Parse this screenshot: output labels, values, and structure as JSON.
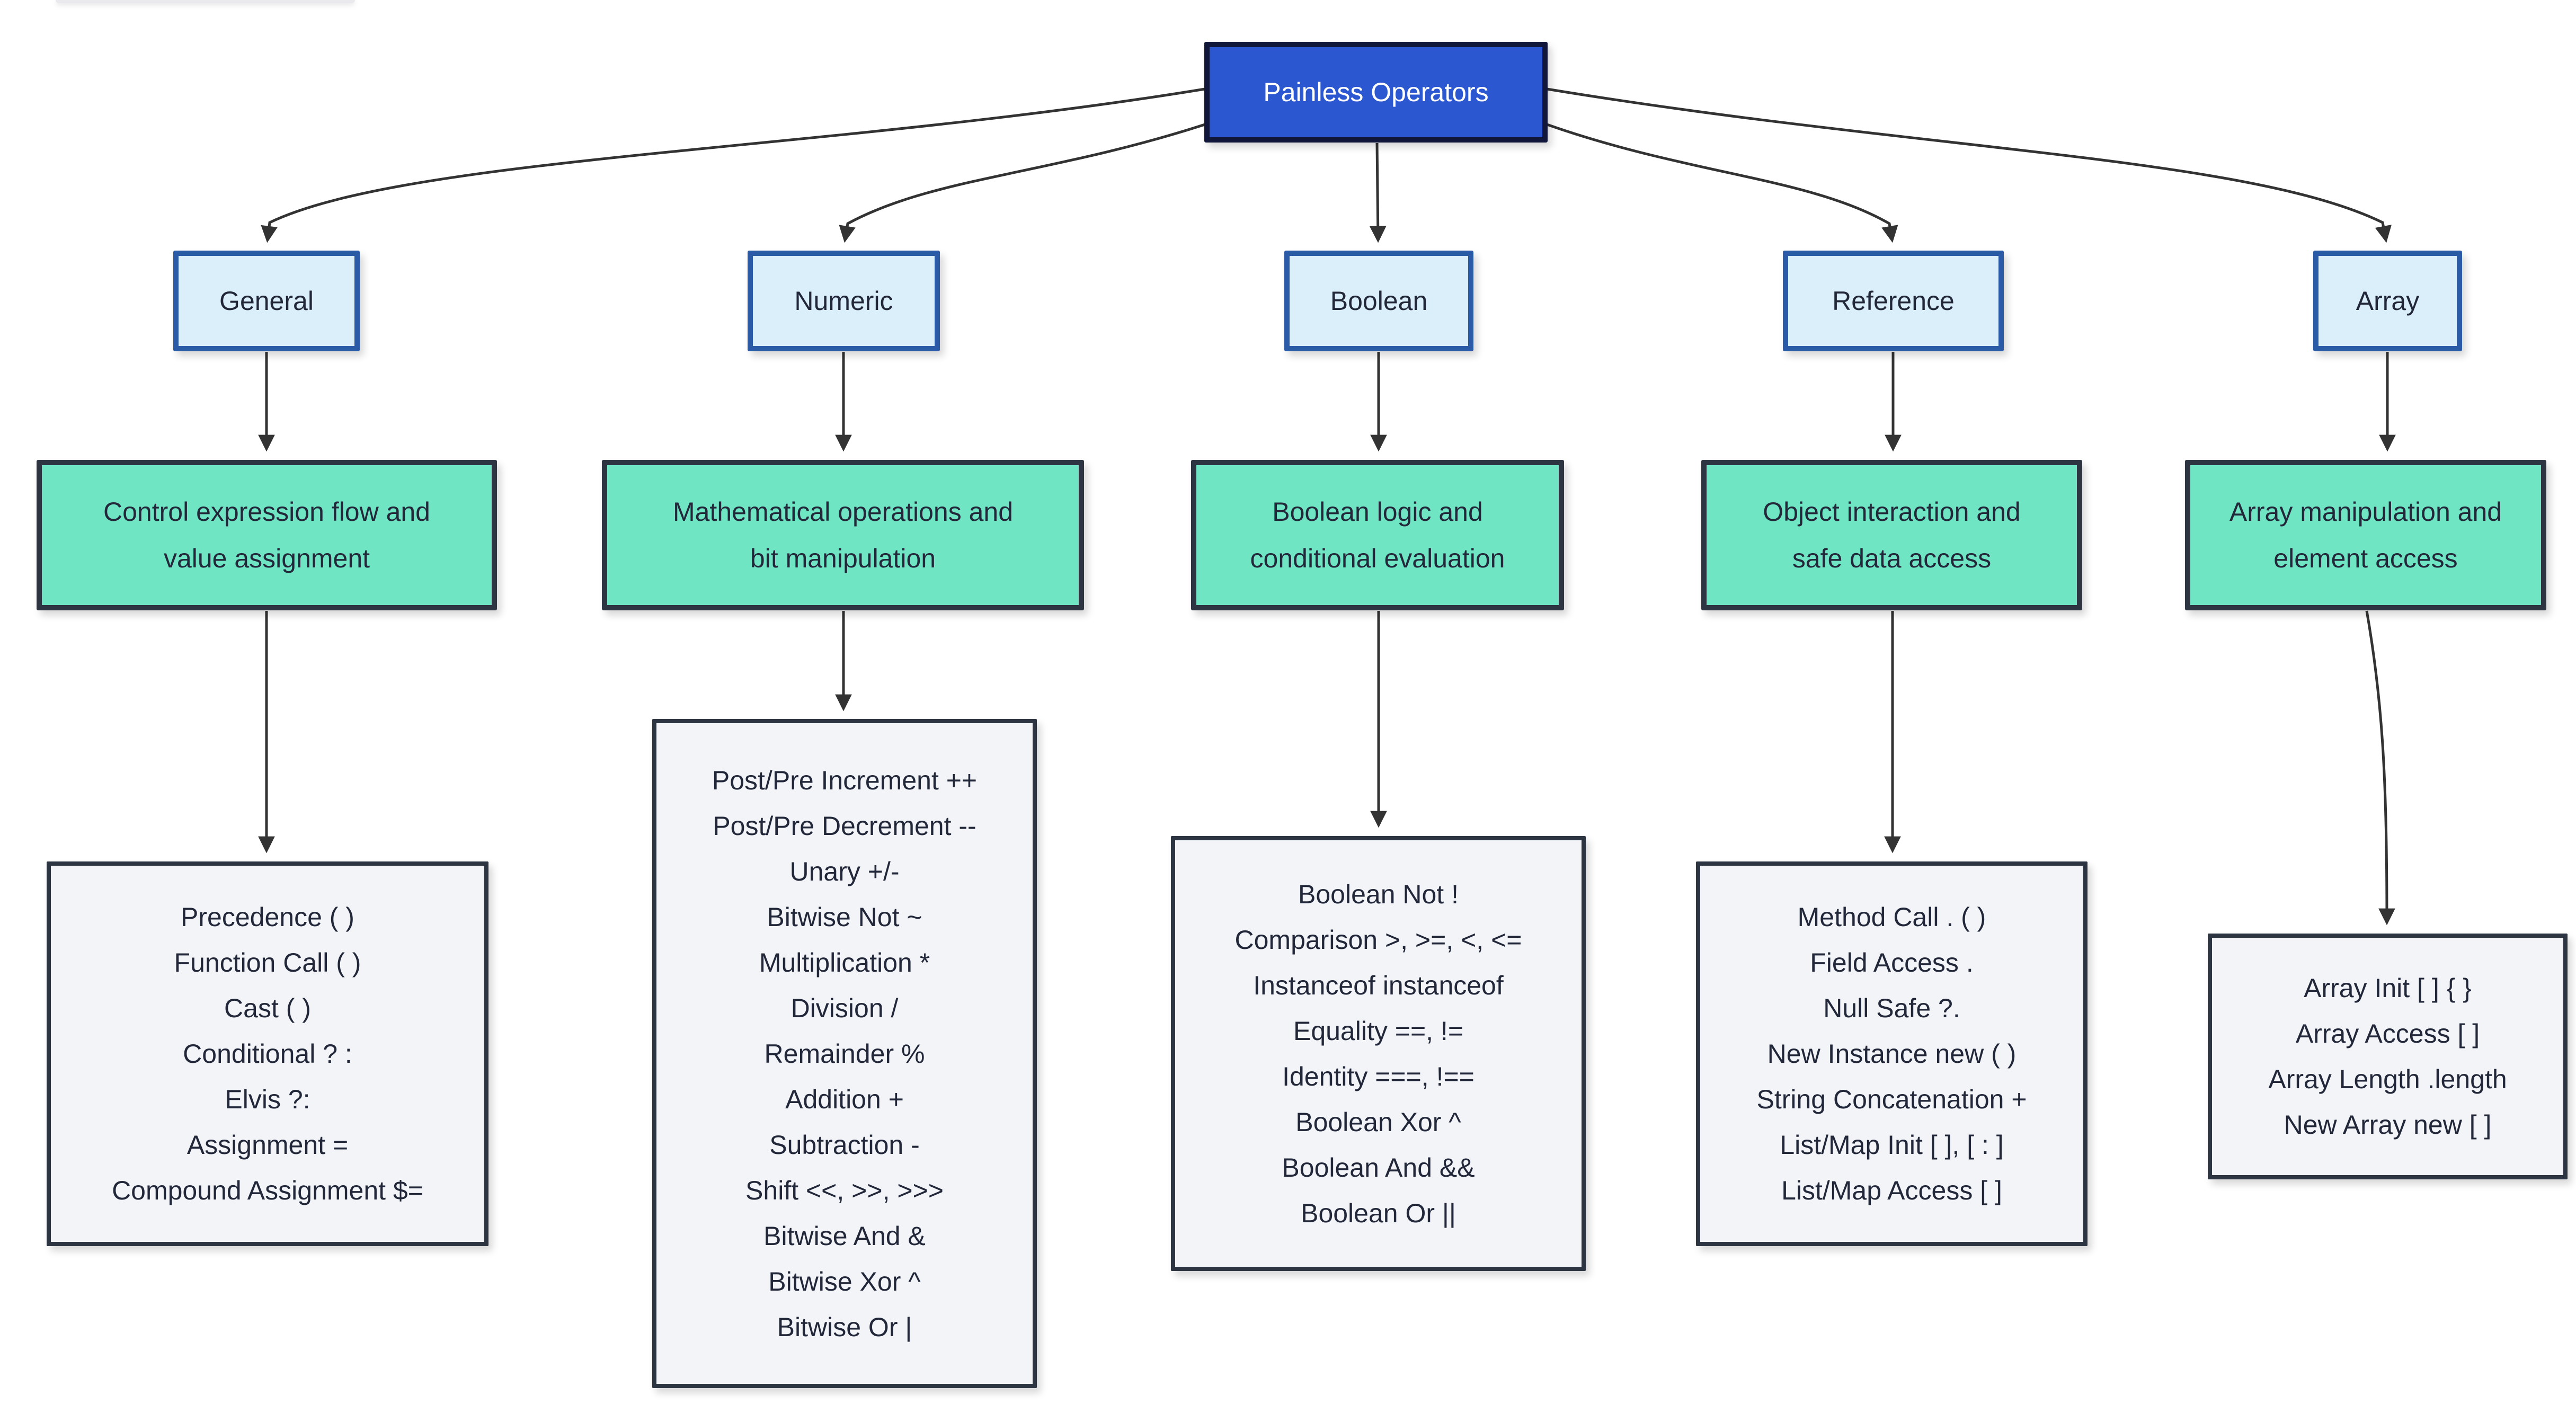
{
  "diagram": {
    "root": {
      "label": "Painless Operators"
    },
    "columns": [
      {
        "category": "General",
        "description_line1": "Control expression flow and",
        "description_line2": "value assignment",
        "operators": [
          "Precedence ( )",
          "Function Call ( )",
          "Cast ( )",
          "Conditional ? :",
          "Elvis ?:",
          "Assignment =",
          "Compound Assignment $="
        ]
      },
      {
        "category": "Numeric",
        "description_line1": "Mathematical operations and",
        "description_line2": "bit manipulation",
        "operators": [
          "Post/Pre Increment ++",
          "Post/Pre Decrement --",
          "Unary +/-",
          "Bitwise Not ~",
          "Multiplication *",
          "Division /",
          "Remainder %",
          "Addition +",
          "Subtraction -",
          "Shift <<, >>, >>>",
          "Bitwise And &",
          "Bitwise Xor ^",
          "Bitwise Or |"
        ]
      },
      {
        "category": "Boolean",
        "description_line1": "Boolean logic and",
        "description_line2": "conditional evaluation",
        "operators": [
          "Boolean Not !",
          "Comparison >, >=, <, <=",
          "Instanceof instanceof",
          "Equality ==, !=",
          "Identity ===, !==",
          "Boolean Xor ^",
          "Boolean And &&",
          "Boolean Or ||"
        ]
      },
      {
        "category": "Reference",
        "description_line1": "Object interaction and",
        "description_line2": "safe data access",
        "operators": [
          "Method Call . ( )",
          "Field Access .",
          "Null Safe ?.",
          "New Instance new ( )",
          "String Concatenation +",
          "List/Map Init [ ], [ : ]",
          "List/Map Access [ ]"
        ]
      },
      {
        "category": "Array",
        "description_line1": "Array manipulation and",
        "description_line2": "element access",
        "operators": [
          "Array Init [ ] { }",
          "Array Access [ ]",
          "Array Length .length",
          "New Array new [ ]"
        ]
      }
    ],
    "colors": {
      "page_bg": "#ffffff",
      "root_fill": "#2b57d0",
      "root_border": "#10173a",
      "root_text": "#ffffff",
      "category_fill": "#dbeffb",
      "category_border": "#2b5ba6",
      "description_fill": "#70e5c4",
      "detail_fill": "#f2f4f8",
      "node_border": "#2d3442",
      "text": "#22283a",
      "arrow": "#333333"
    }
  }
}
